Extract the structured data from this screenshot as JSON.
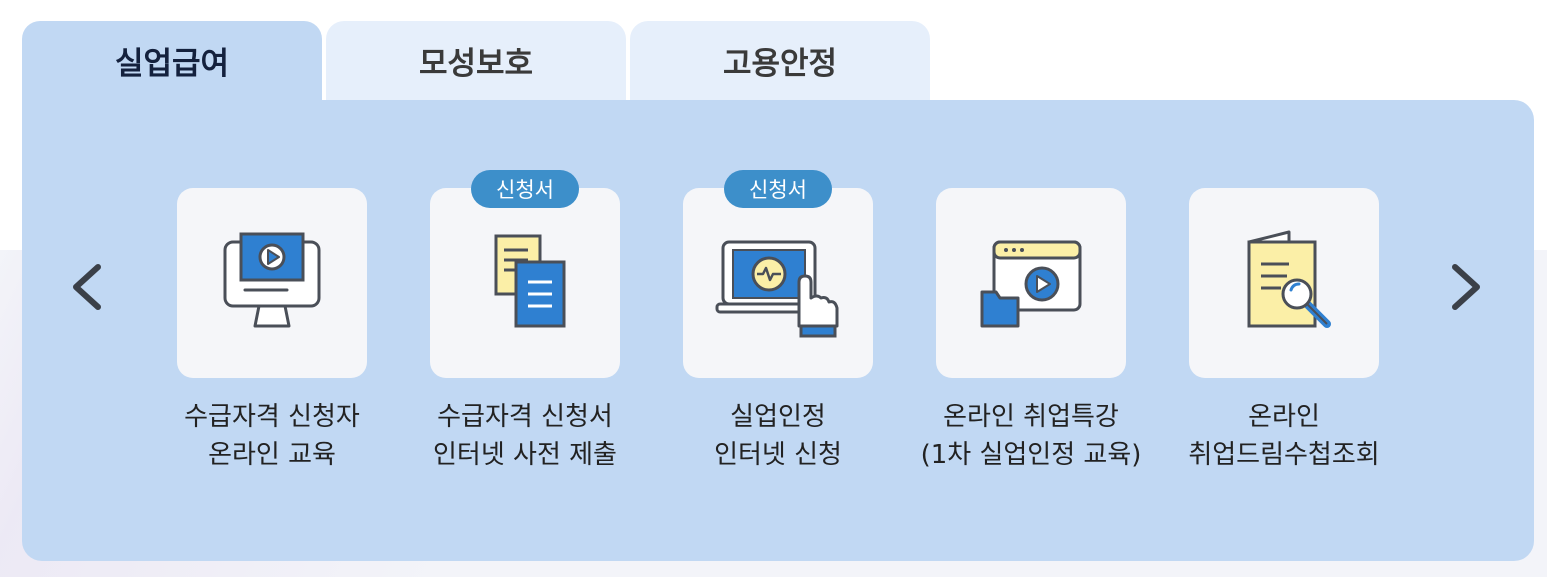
{
  "tabs": [
    {
      "label": "실업급여",
      "active": true
    },
    {
      "label": "모성보호",
      "active": false
    },
    {
      "label": "고용안정",
      "active": false
    }
  ],
  "cards": [
    {
      "icon": "monitor-play-icon",
      "line1": "수급자격 신청자",
      "line2": "온라인 교육",
      "badge": ""
    },
    {
      "icon": "documents-icon",
      "line1": "수급자격 신청서",
      "line2": "인터넷 사전 제출",
      "badge": "신청서"
    },
    {
      "icon": "laptop-touch-icon",
      "line1": "실업인정",
      "line2": "인터넷 신청",
      "badge": "신청서"
    },
    {
      "icon": "video-folder-icon",
      "line1": "온라인 취업특강",
      "line2": "(1차 실업인정 교육)",
      "badge": ""
    },
    {
      "icon": "document-search-icon",
      "line1": "온라인",
      "line2": "취업드림수첩조회",
      "badge": ""
    }
  ],
  "nav": {
    "prev": "chevron-left-icon",
    "next": "chevron-right-icon"
  },
  "colors": {
    "panel": "#c1d8f3",
    "tab_inactive": "#e6effb",
    "card": "#f5f6f9",
    "badge": "#3d8fca",
    "icon_blue": "#2f80d1",
    "icon_yellow": "#fbefa7"
  }
}
